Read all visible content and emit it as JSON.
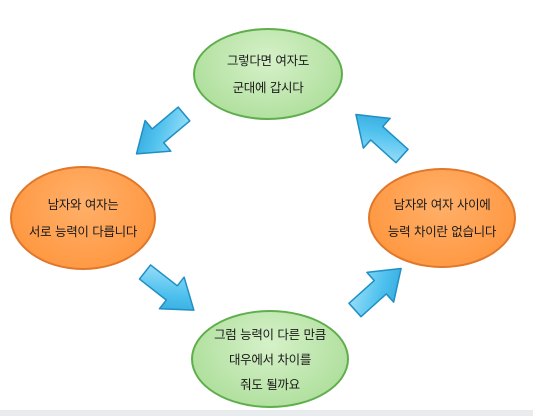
{
  "nodes": {
    "top": {
      "lines": [
        "그렇다면 여자도",
        "군대에 갑시다"
      ],
      "color": "#b3e1a1"
    },
    "right": {
      "lines": [
        "남자와 여자 사이에",
        "능력 차이란 없습니다"
      ],
      "color": "#ff9a45"
    },
    "bottom": {
      "lines": [
        "그럼 능력이 다른 만큼",
        "대우에서 차이를",
        "줘도 될까요"
      ],
      "color": "#b3e1a1"
    },
    "left": {
      "lines": [
        "남자와 여자는",
        "서로 능력이 다릅니다"
      ],
      "color": "#ff9a45"
    }
  },
  "arrow_color": "#4ec1ee"
}
